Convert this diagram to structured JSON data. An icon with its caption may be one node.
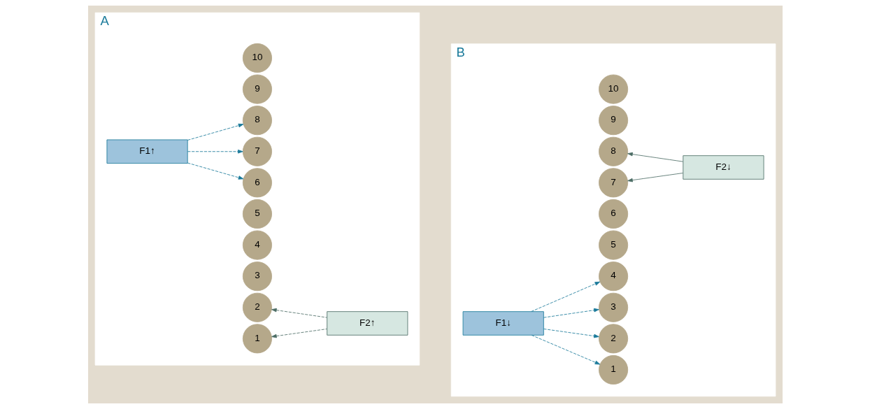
{
  "diagram": {
    "nodes": [
      {
        "text": [
          "A"
        ]
      },
      {
        "text": [
          "1"
        ],
        "in": 0
      },
      {
        "text": [
          "2"
        ],
        "in": 0
      },
      {
        "text": [
          "3"
        ],
        "in": 0
      },
      {
        "text": [
          "4"
        ],
        "in": 0
      },
      {
        "text": [
          "5"
        ],
        "in": 0
      },
      {
        "text": [
          "6"
        ],
        "in": 0
      },
      {
        "text": [
          "7"
        ],
        "in": 0
      },
      {
        "text": [
          "8"
        ],
        "in": 0
      },
      {
        "text": [
          "9"
        ],
        "in": 0
      },
      {
        "text": [
          "10"
        ],
        "in": 0
      },
      {
        "text": [
          "F1↑"
        ],
        "in": 0
      },
      {
        "text": [
          "F2↑"
        ],
        "in": 0
      },
      {
        "text": [
          "B"
        ]
      },
      {
        "text": [
          "1"
        ],
        "in": 13
      },
      {
        "text": [
          "2"
        ],
        "in": 13
      },
      {
        "text": [
          "3"
        ],
        "in": 13
      },
      {
        "text": [
          "4"
        ],
        "in": 13
      },
      {
        "text": [
          "5"
        ],
        "in": 13
      },
      {
        "text": [
          "6"
        ],
        "in": 13
      },
      {
        "text": [
          "7"
        ],
        "in": 13
      },
      {
        "text": [
          "8"
        ],
        "in": 13
      },
      {
        "text": [
          "9"
        ],
        "in": 13
      },
      {
        "text": [
          "10"
        ],
        "in": 13
      },
      {
        "text": [
          "F1↓"
        ],
        "in": 13
      },
      {
        "text": [
          "F2↓"
        ],
        "in": 13
      }
    ],
    "edges": [
      {
        "from": 11,
        "to": 6,
        "arrow": "to",
        "style": "dashed"
      },
      {
        "from": 11,
        "to": 7,
        "arrow": "to",
        "style": "dashed"
      },
      {
        "from": 11,
        "to": 8,
        "arrow": "to",
        "style": "dashed"
      },
      {
        "from": 12,
        "to": 1,
        "arrow": "to",
        "style": "dashed",
        "color": "#4d6e66"
      },
      {
        "from": 12,
        "to": 2,
        "arrow": "to",
        "style": "dashed",
        "color": "#4d6e66"
      },
      {
        "from": 24,
        "to": 14,
        "arrow": "to",
        "style": "dashed"
      },
      {
        "from": 24,
        "to": 15,
        "arrow": "to",
        "style": "dashed"
      },
      {
        "from": 24,
        "to": 16,
        "arrow": "to",
        "style": "dashed"
      },
      {
        "from": 24,
        "to": 17,
        "arrow": "to",
        "style": "dashed"
      },
      {
        "from": 25,
        "to": 20,
        "arrow": "to",
        "color": "#4d6e66"
      },
      {
        "from": 25,
        "to": 21,
        "arrow": "to",
        "color": "#4d6e66"
      }
    ]
  }
}
